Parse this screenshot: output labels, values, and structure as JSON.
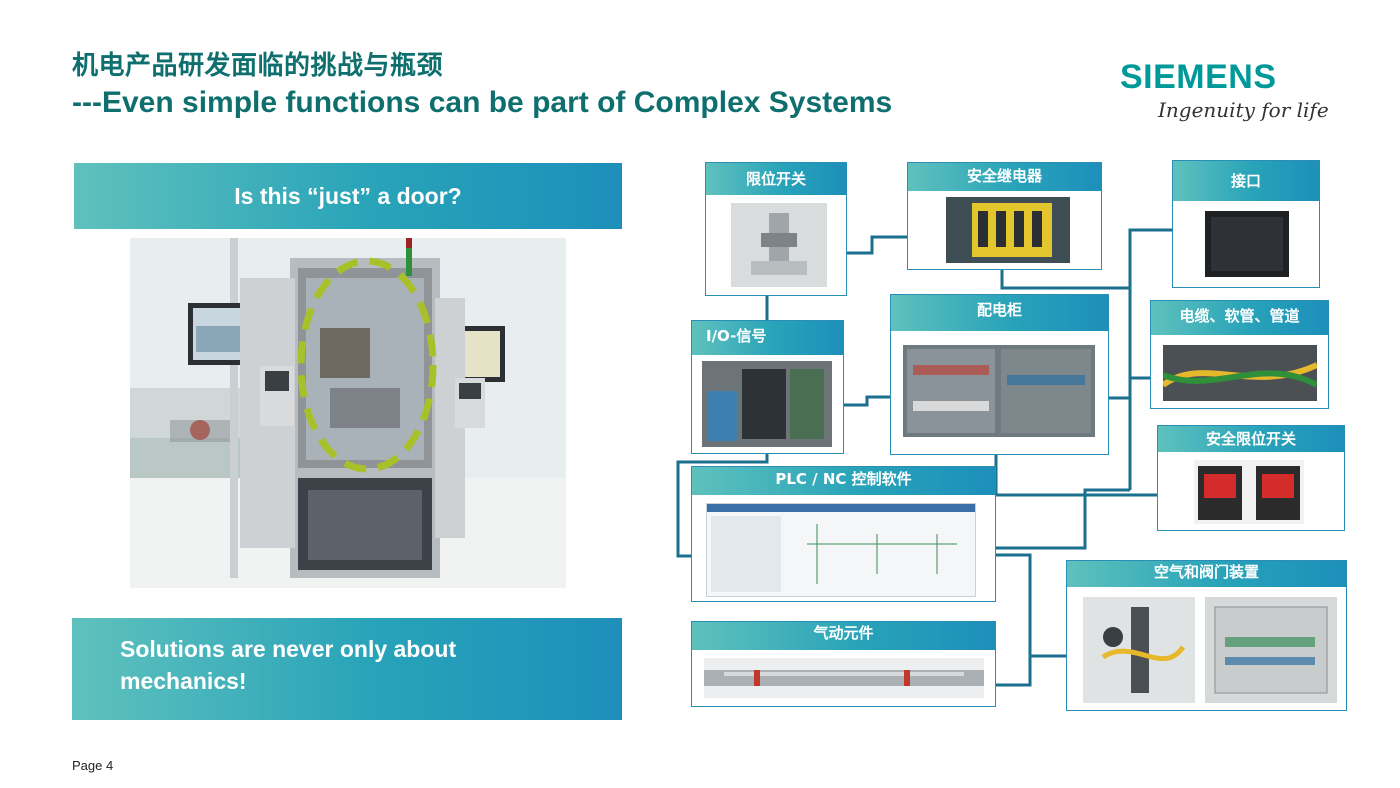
{
  "slide": {
    "title_cn": "机电产品研发面临的挑战与瓶颈",
    "title_en": "---Even simple functions can be part of Complex Systems",
    "page_label": "Page 4"
  },
  "logo": {
    "wordmark": "SIEMENS",
    "tagline": "Ingenuity for life",
    "color": "#009999"
  },
  "left": {
    "question_banner": "Is this “just” a door?",
    "solution_line1": "Solutions are never only about",
    "solution_line2": "mechanics!"
  },
  "components": {
    "limit_switch": "限位开关",
    "safety_relay": "安全继电器",
    "interface": "接口",
    "io_signal": "I/O-信号",
    "control_cabinet": "配电柜",
    "cables": "电缆、软管、管道",
    "safety_limit_switch": "安全限位开关",
    "plc_software": "PLC / NC 控制软件",
    "air_valves": "空气和阀门装置",
    "pneumatic": "气动元件"
  },
  "colors": {
    "title": "#0f6f6f",
    "banner_start": "#5fc1bd",
    "banner_end": "#1d8fba",
    "connector": "#1b6f8f",
    "highlight": "#a8c12a"
  }
}
